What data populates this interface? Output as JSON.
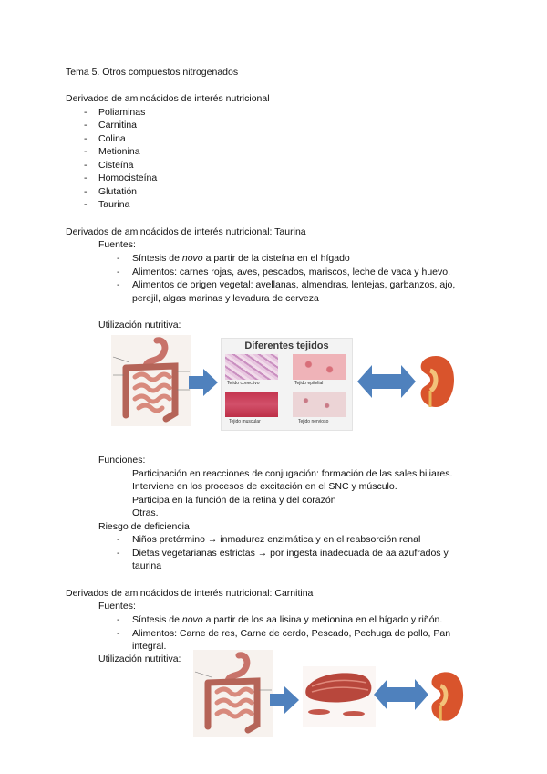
{
  "title": "Tema 5. Otros compuestos nitrogenados",
  "section1": {
    "heading": "Derivados de aminoácidos de interés nutricional",
    "items": [
      "Poliaminas",
      "Carnitina",
      "Colina",
      "Metionina",
      "Cisteína",
      "Homocisteína",
      "Glutatión",
      "Taurina"
    ]
  },
  "section2": {
    "heading": "Derivados de aminoácidos de interés nutricional: Taurina",
    "fuentes_label": "Fuentes:",
    "fuente1_pre": "Síntesis de ",
    "fuente1_em": "novo",
    "fuente1_post": " a partir de la cisteína en el hígado",
    "fuente2": "Alimentos: carnes rojas, aves, pescados, mariscos, leche de vaca y huevo.",
    "fuente3_line1": "Alimentos de origen vegetal: avellanas, almendras, lentejas, garbanzos, ajo,",
    "fuente3_line2": "perejil, algas marinas y levadura de cerveza",
    "utilizacion_label": "Utilización nutritiva:",
    "figure": {
      "panel_title": "Diferentes tejidos",
      "tissues": [
        "Tejido conectivo",
        "Tejido epitelial",
        "Tejido muscular",
        "Tejido nervioso"
      ]
    },
    "funciones_label": "Funciones:",
    "funciones": [
      "Participación en reacciones de conjugación:  formación de las sales biliares.",
      "Interviene en los procesos de excitación en el SNC y músculo.",
      "Participa en la función de la retina y del corazón",
      "Otras."
    ],
    "riesgo_label": "Riesgo de deficiencia",
    "riesgo1": "Niños pretérmino → inmadurez enzimática y en el reabsorción renal",
    "riesgo2_line1": "Dietas vegetarianas estrictas → por ingesta inadecuada de aa azufrados y",
    "riesgo2_line2": "taurina"
  },
  "section3": {
    "heading": "Derivados de aminoácidos de interés nutricional: Carnitina",
    "fuentes_label": "Fuentes:",
    "fuente1_pre": "Síntesis de ",
    "fuente1_em": "novo",
    "fuente1_post": " a partir de los aa lisina y metionina en el hígado y riñón.",
    "fuente2_line1": "Alimentos: Carne de res, Carne de cerdo, Pescado, Pechuga de pollo, Pan",
    "fuente2_line2": "integral.",
    "utilizacion_label": "Utilización nutritiva:"
  },
  "colors": {
    "arrow": "#4f81bd",
    "intestine": "#c8736a",
    "kidney": "#d9542c",
    "muscle": "#b8473c"
  }
}
